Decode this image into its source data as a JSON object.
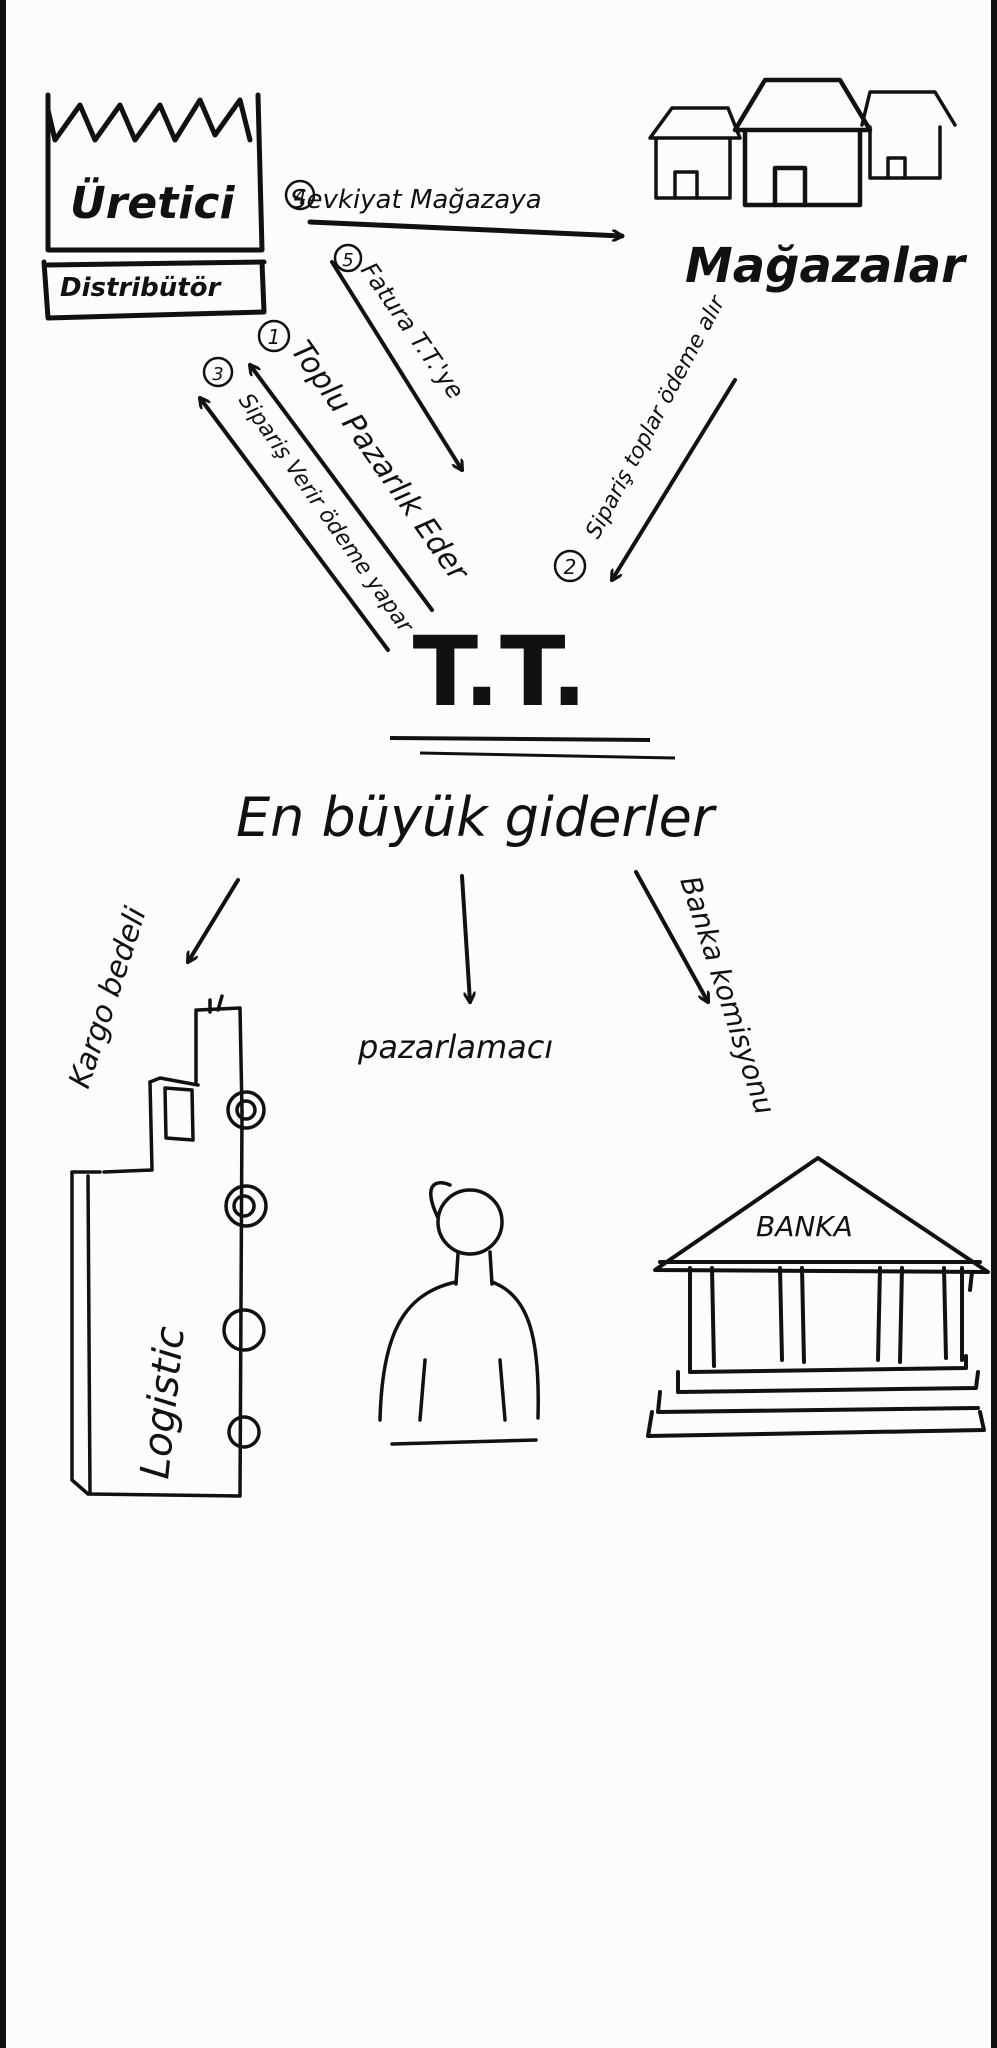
{
  "producer": {
    "title": "Üretici",
    "subtitle": "Distribütör"
  },
  "stores": {
    "title": "Mağazalar"
  },
  "center": {
    "title": "T.T."
  },
  "flows": {
    "step1": "Toplu Pazarlık Eder",
    "step1_num": "1",
    "step2": "Sipariş toplar ödeme alır",
    "step2_num": "2",
    "step3": "Sipariş Verir ödeme yapar",
    "step3_num": "3",
    "step4": "Sevkiyat Mağazaya",
    "step4_num": "4",
    "step5": "Fatura T.T.'ye",
    "step5_num": "5"
  },
  "expenses": {
    "title": "En büyük giderler",
    "cargo": "Kargo bedeli",
    "marketer": "pazarlamacı",
    "bank_commission": "Banka komisyonu"
  },
  "illustrations": {
    "truck_label": "Logistic",
    "bank_label": "BANKA",
    "icons": [
      "factory-icon",
      "shops-icon",
      "truck-icon",
      "person-icon",
      "bank-icon"
    ]
  }
}
